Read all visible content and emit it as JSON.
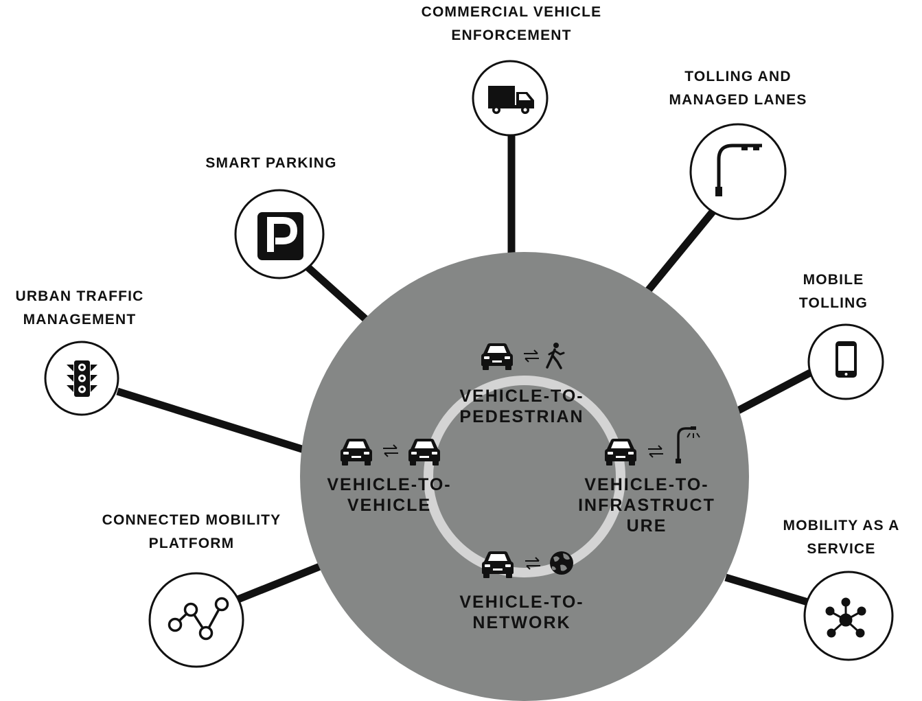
{
  "colors": {
    "center_fill": "#858786",
    "ring": "#d4d4d4",
    "spoke": "#111111",
    "node_fill": "#ffffff",
    "node_stroke": "#111111"
  },
  "outer_nodes": [
    {
      "id": "commercial-vehicle-enforcement",
      "icon": "truck-icon",
      "lines": [
        "COMMERCIAL VEHICLE",
        "ENFORCEMENT"
      ]
    },
    {
      "id": "tolling-and-managed-lanes",
      "icon": "gantry-icon",
      "lines": [
        "TOLLING AND",
        "MANAGED LANES"
      ]
    },
    {
      "id": "smart-parking",
      "icon": "parking-icon",
      "lines": [
        "SMART PARKING"
      ]
    },
    {
      "id": "urban-traffic-management",
      "icon": "traffic-light-icon",
      "lines": [
        "URBAN TRAFFIC",
        "MANAGEMENT"
      ]
    },
    {
      "id": "mobile-tolling",
      "icon": "smartphone-icon",
      "lines": [
        "MOBILE",
        "TOLLING"
      ]
    },
    {
      "id": "connected-mobility-platform",
      "icon": "line-graph-icon",
      "lines": [
        "CONNECTED MOBILITY",
        "PLATFORM"
      ]
    },
    {
      "id": "mobility-as-a-service",
      "icon": "hub-network-icon",
      "lines": [
        "MOBILITY AS A",
        "SERVICE"
      ]
    }
  ],
  "inner_nodes": [
    {
      "id": "vehicle-to-pedestrian",
      "icons": [
        "car-icon",
        "exchange-arrows-icon",
        "pedestrian-icon"
      ],
      "lines": [
        "VEHICLE-TO-",
        "PEDESTRIAN"
      ]
    },
    {
      "id": "vehicle-to-vehicle",
      "icons": [
        "car-icon",
        "exchange-arrows-icon",
        "car-icon"
      ],
      "lines": [
        "VEHICLE-TO-",
        "VEHICLE"
      ]
    },
    {
      "id": "vehicle-to-infrastructure",
      "icons": [
        "car-icon",
        "exchange-arrows-icon",
        "streetlight-icon"
      ],
      "lines": [
        "VEHICLE-TO-",
        "INFRASTRUCT",
        "URE"
      ]
    },
    {
      "id": "vehicle-to-network",
      "icons": [
        "car-icon",
        "exchange-arrows-icon",
        "globe-icon"
      ],
      "lines": [
        "VEHICLE-TO-",
        "NETWORK"
      ]
    }
  ]
}
